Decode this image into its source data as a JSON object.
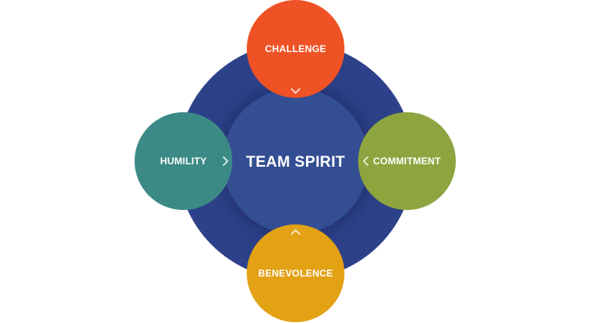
{
  "diagram": {
    "center": {
      "label": "TEAM SPIRIT",
      "color": "#344e93"
    },
    "ring": {
      "color": "#2d4188"
    },
    "nodes": {
      "top": {
        "label": "CHALLENGE",
        "color": "#ef5224"
      },
      "left": {
        "label": "HUMILITY",
        "color": "#3c8a86"
      },
      "right": {
        "label": "COMMITMENT",
        "color": "#8ea43f"
      },
      "bottom": {
        "label": "BENEVOLENCE",
        "color": "#e3a114"
      }
    },
    "text_color": "#ffffff"
  }
}
